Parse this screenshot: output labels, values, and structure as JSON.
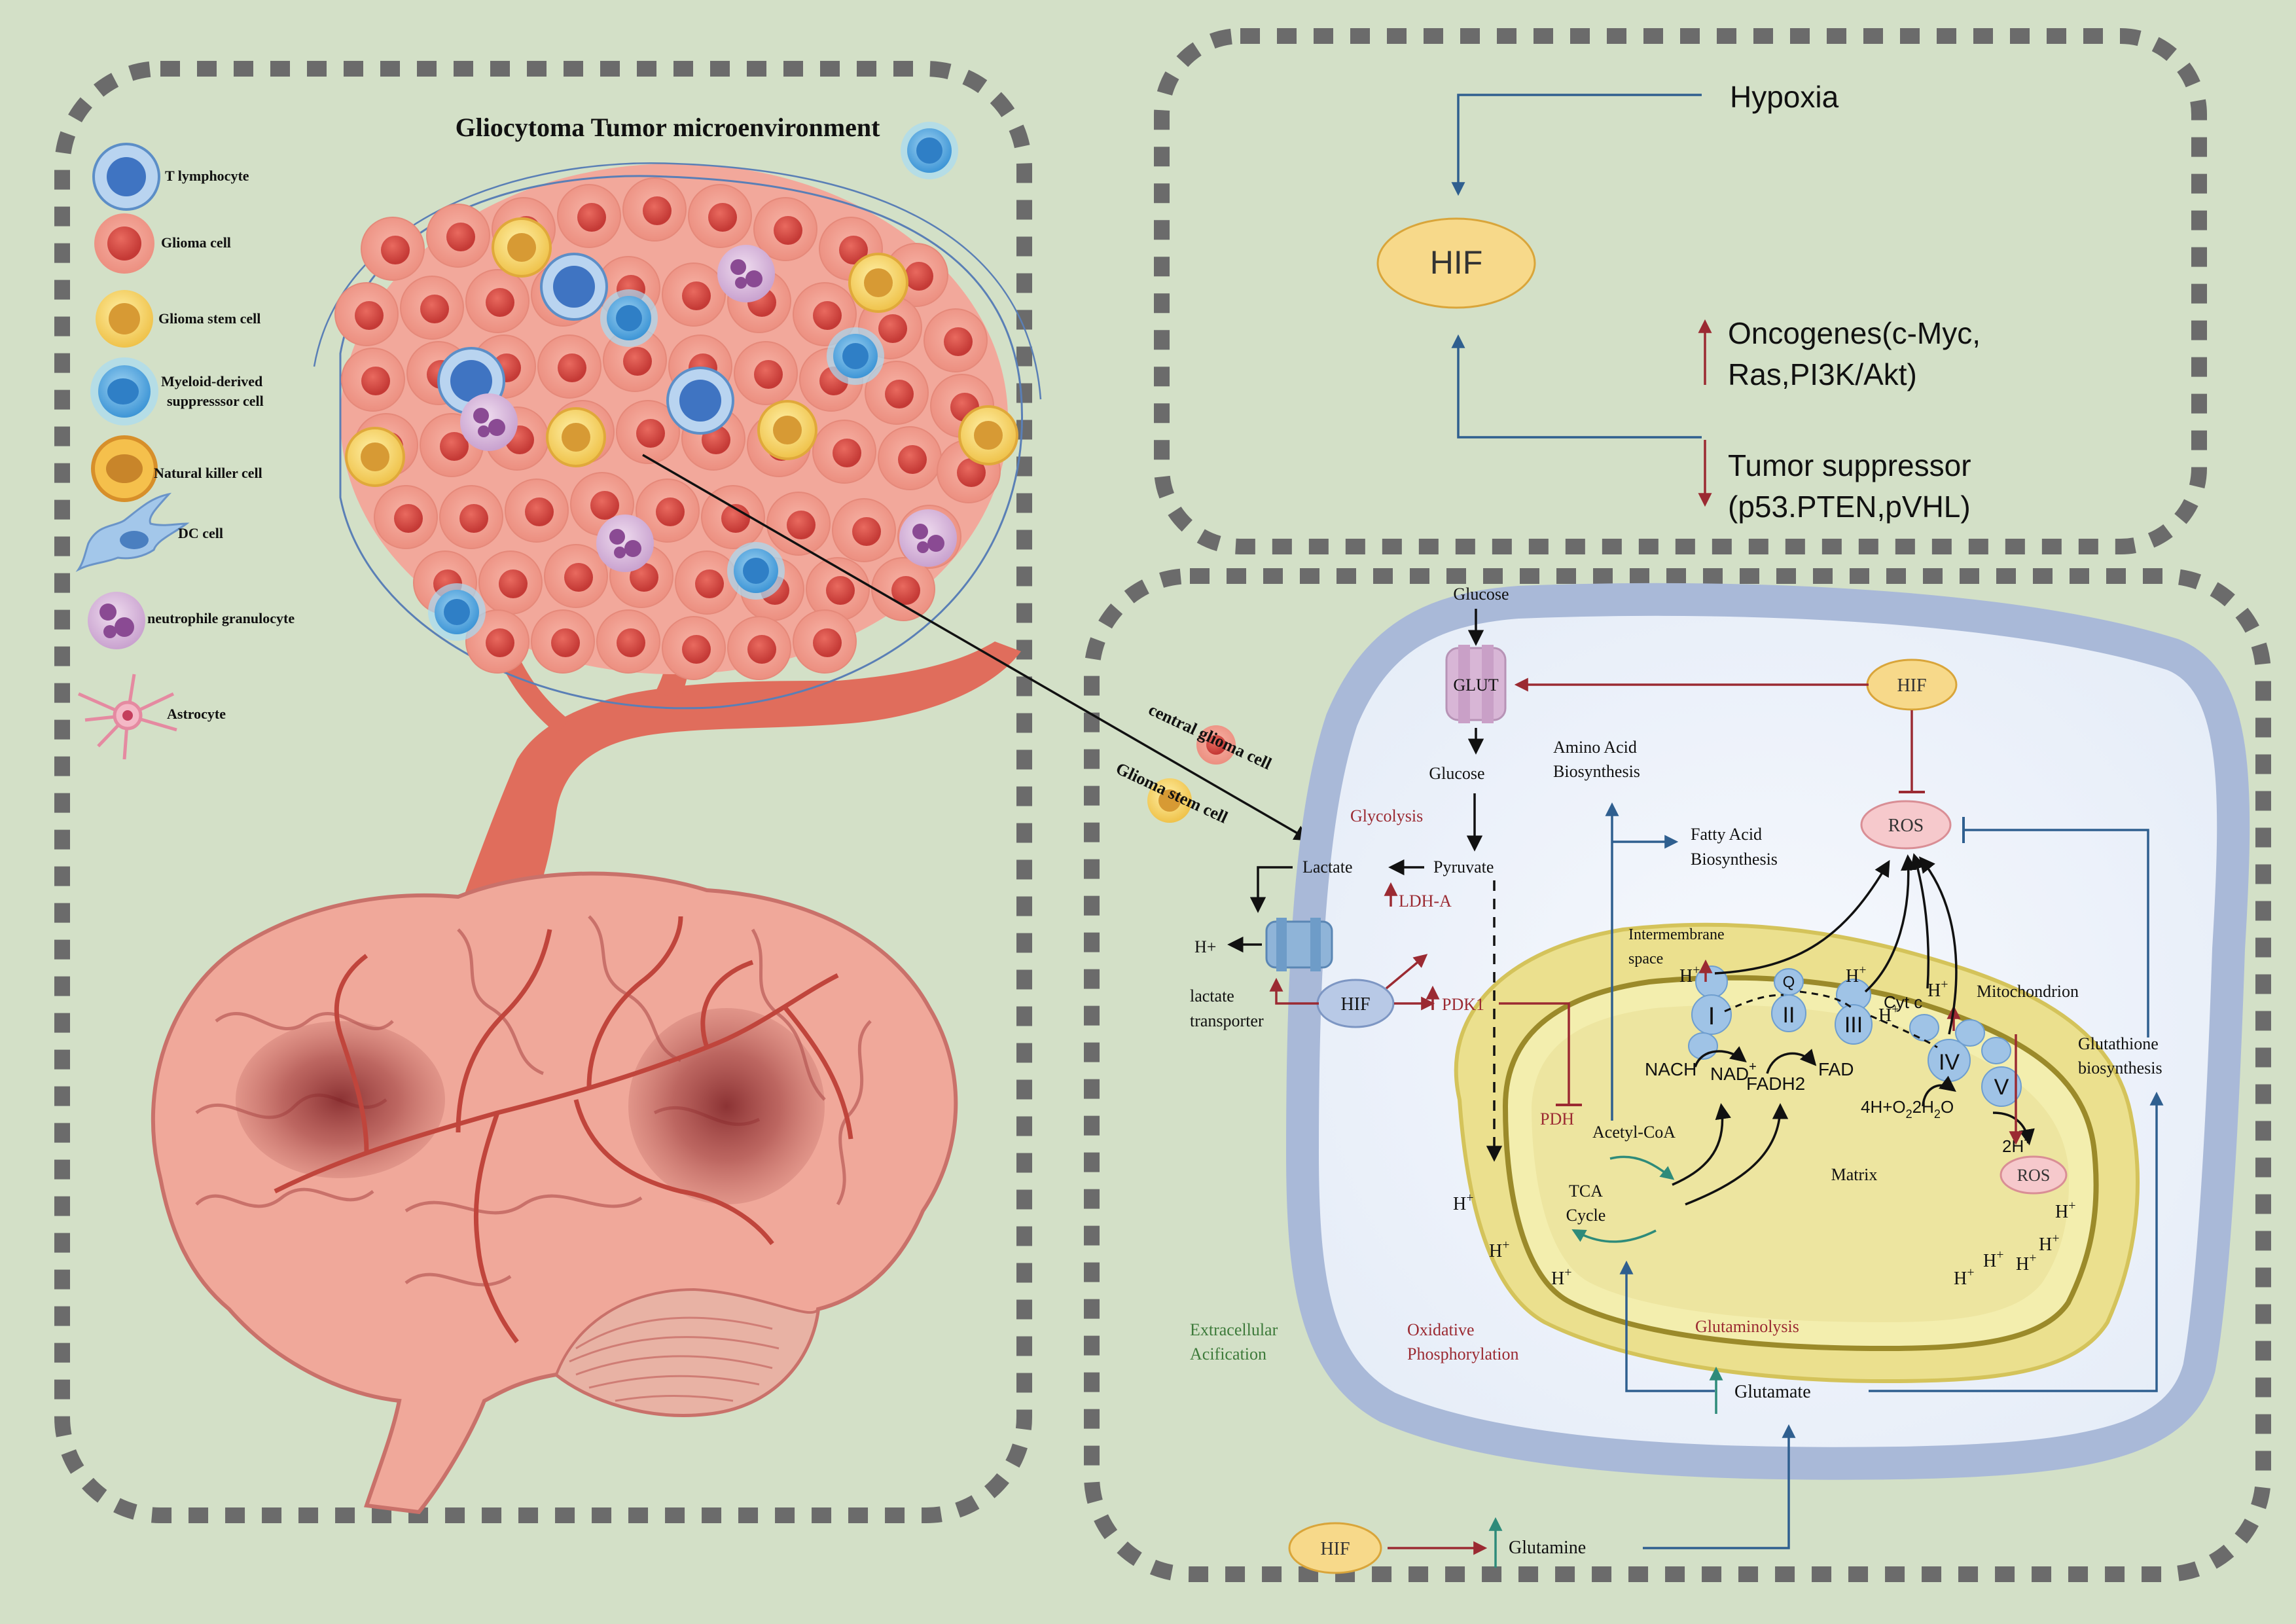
{
  "colors": {
    "background": "#d3e0c7",
    "panel_border": "#6b6b6b",
    "hif_fill": "#f7d98a",
    "hif_stroke": "#d9a53a",
    "blue_arrow": "#2f5f8f",
    "red_arrow": "#9b2a32",
    "teal_arrow": "#2e8b7a",
    "cell_membrane": "#a9b9d8",
    "cytoplasm": "#eef3fb",
    "mito_outer": "#ebe08e",
    "mito_inner_line": "#9b8a2a",
    "ros_fill": "#f6c9cc"
  },
  "tme": {
    "title": "Gliocytoma  Tumor microenvironment",
    "legend": [
      {
        "label": "T lymphocyte",
        "icon": "t-lymphocyte-icon"
      },
      {
        "label": "Glioma cell",
        "icon": "glioma-cell-icon"
      },
      {
        "label": "Glioma stem cell",
        "icon": "glioma-stem-cell-icon"
      },
      {
        "label": "Myeloid-derived",
        "label2": "suppresssor cell",
        "icon": "mdsc-icon"
      },
      {
        "label": "Natural killer cell",
        "icon": "nk-cell-icon"
      },
      {
        "label": "DC cell",
        "icon": "dc-cell-icon"
      },
      {
        "label": "neutrophile granulocyte",
        "icon": "neutrophil-icon"
      },
      {
        "label": "Astrocyte",
        "icon": "astrocyte-icon"
      }
    ],
    "side_cells": [
      "central glioma cell",
      "Glioma stem cell"
    ]
  },
  "hif_panel": {
    "hif": "HIF",
    "hypoxia": "Hypoxia",
    "oncogenes_line1": "Oncogenes(c-Myc,",
    "oncogenes_line2": "Ras,PI3K/Akt)",
    "suppressor_line1": "Tumor suppressor",
    "suppressor_line2": "(p53.PTEN,pVHL)"
  },
  "metabolism": {
    "glucose_out": "Glucose",
    "glut": "GLUT",
    "glucose_in": "Glucose",
    "glycolysis": "Glycolysis",
    "pyruvate": "Pyruvate",
    "lactate": "Lactate",
    "ldha": "LDH-A",
    "h_plus": "H+",
    "lactate_transporter_1": "lactate",
    "lactate_transporter_2": "transporter",
    "hif_center": "HIF",
    "pdk1": "PDK1",
    "pdh": "PDH",
    "hif_top_right": "HIF",
    "hif_bottom": "HIF",
    "ros_top": "ROS",
    "ros_mito": "ROS",
    "amino_acid_1": "Amino Acid",
    "amino_acid_2": "Biosynthesis",
    "fatty_acid_1": "Fatty Acid",
    "fatty_acid_2": "Biosynthesis",
    "intermembrane_1": "Intermembrane",
    "intermembrane_2": "space",
    "mitochondrion": "Mitochondrion",
    "complex_1": "I",
    "complex_2": "II",
    "complex_q": "Q",
    "complex_3": "III",
    "complex_4": "IV",
    "complex_5": "V",
    "cyt_c": "Cyt c",
    "nach": "NACH",
    "nad": "NAD",
    "nad_sup": "+",
    "fadh2": "FADH2",
    "fad": "FAD",
    "water": "4H+O",
    "water_sub": "2",
    "water2": "2H",
    "water2_sub": "2",
    "water2_end": "O",
    "two_h": "2H",
    "two_h_sup": "+",
    "acetyl_coa": "Acetyl-CoA",
    "tca_1": "TCA",
    "tca_2": "Cycle",
    "matrix": "Matrix",
    "glutathione_1": "Glutathione",
    "glutathione_2": "biosynthesis",
    "glutaminolysis": "Glutaminolysis",
    "glutamate": "Glutamate",
    "glutamine": "Glutamine",
    "ox_phos_1": "Oxidative",
    "ox_phos_2": "Phosphorylation",
    "extracellular_1": "Extracellular",
    "extracellular_2": "Acification",
    "h": "H",
    "plus": "+"
  }
}
